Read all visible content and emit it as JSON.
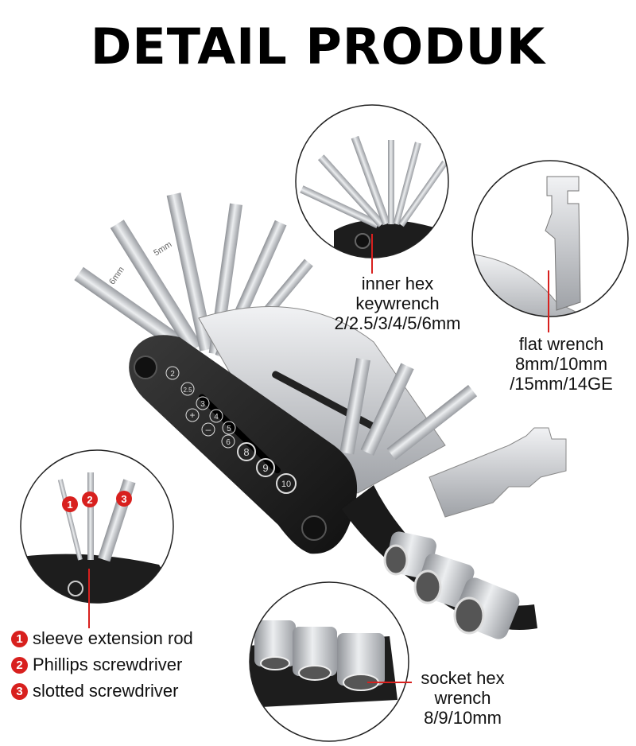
{
  "title": "DETAIL PRODUK",
  "callouts": {
    "inner_hex": [
      "inner hex",
      "keywrench",
      "2/2.5/3/4/5/6mm"
    ],
    "flat_wrench": [
      "flat wrench",
      "8mm/10mm",
      "/15mm/14GE"
    ],
    "socket_hex": [
      "socket hex",
      "wrench",
      "8/9/10mm"
    ]
  },
  "legend": [
    {
      "num": "1",
      "label": "sleeve extension rod"
    },
    {
      "num": "2",
      "label": "Phillips screwdriver"
    },
    {
      "num": "3",
      "label": "slotted screwdriver"
    }
  ],
  "tool_markings": {
    "hex_sizes": [
      "2",
      "2.5",
      "3",
      "4",
      "5",
      "6"
    ],
    "socket_sizes": [
      "8",
      "9",
      "10"
    ],
    "bit_labels": [
      "+",
      "–"
    ],
    "hex_key_engravings": [
      "6mm",
      "5mm"
    ]
  },
  "colors": {
    "accent": "#d8201e",
    "body": "#1d1d1d",
    "steel": "#c9cbcf"
  }
}
